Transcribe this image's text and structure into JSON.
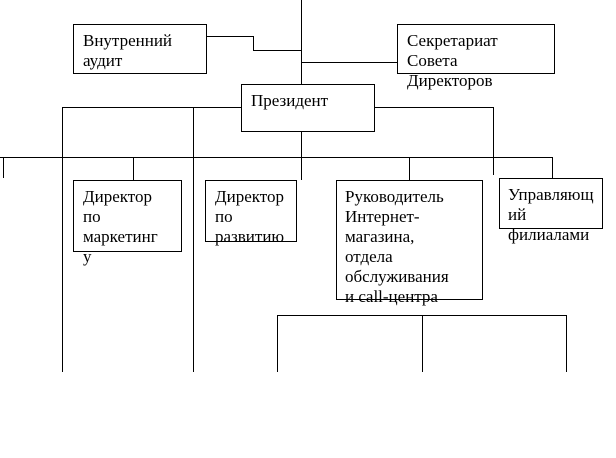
{
  "org_chart": {
    "internal_audit": "Внутренний\nаудит",
    "board_secretariat": "Секретариат\nСовета\nДиректоров",
    "president": "Президент",
    "marketing_director": "Директор\nпо\nмаркетинг\nу",
    "development_director": "Директор\nпо\nразвитию",
    "ecommerce_head": "Руководитель\nИнтернет-\nмагазина,\nотдела\nобслуживания\nи call-центра",
    "branch_manager": "Управляющ\nий\nфилиалами"
  },
  "colors": {
    "line": "#000000",
    "box_border": "#000000",
    "background": "#ffffff"
  }
}
